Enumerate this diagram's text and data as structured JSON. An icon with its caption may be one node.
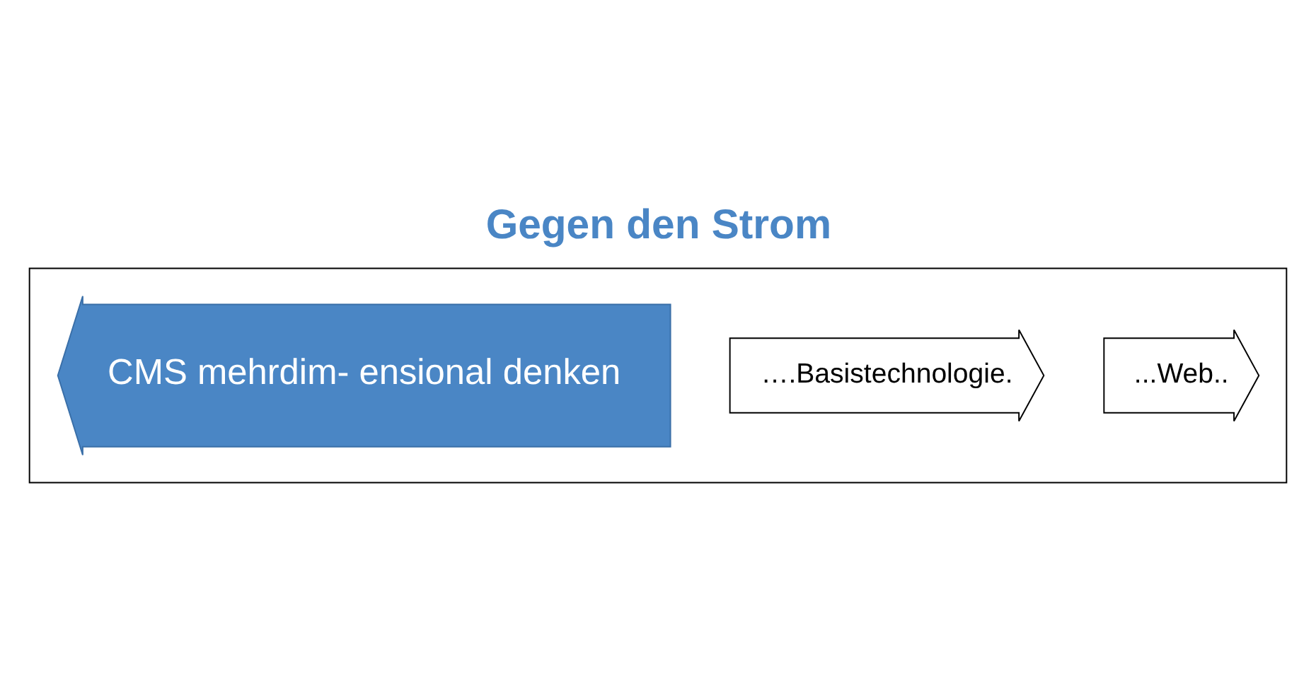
{
  "diagram": {
    "title": "Gegen den Strom",
    "nodes": [
      {
        "text": [],
        "shape": "box"
      },
      {
        "text": [
          "...Web.."
        ],
        "in": 0
      },
      {
        "text": [
          "….Basistechnologie."
        ],
        "in": 0
      },
      {
        "text": [
          "CMS mehrdim- ensional denken"
        ],
        "in": 0
      }
    ]
  }
}
